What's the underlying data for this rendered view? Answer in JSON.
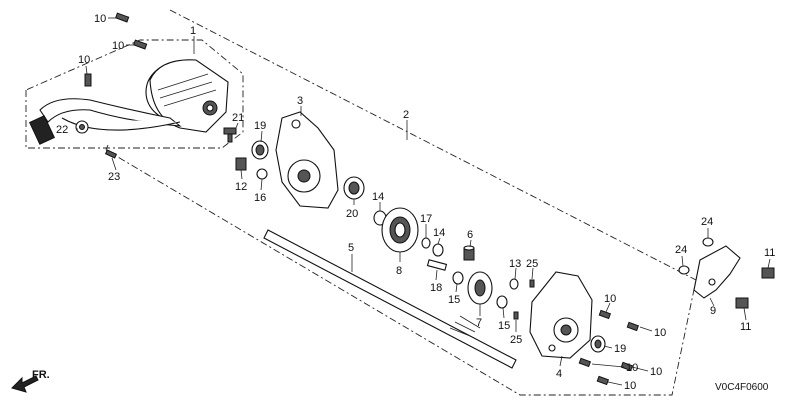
{
  "diagram": {
    "code": "V0C4F0600",
    "direction_label": "FR.",
    "callouts": [
      "10",
      "10",
      "10",
      "1",
      "2",
      "3",
      "19",
      "21",
      "22",
      "23",
      "12",
      "16",
      "20",
      "14",
      "17",
      "14",
      "6",
      "5",
      "8",
      "13",
      "25",
      "18",
      "15",
      "7",
      "15",
      "25",
      "4",
      "10",
      "10",
      "19",
      "10",
      "10",
      "10",
      "24",
      "24",
      "11",
      "11",
      "9"
    ]
  }
}
